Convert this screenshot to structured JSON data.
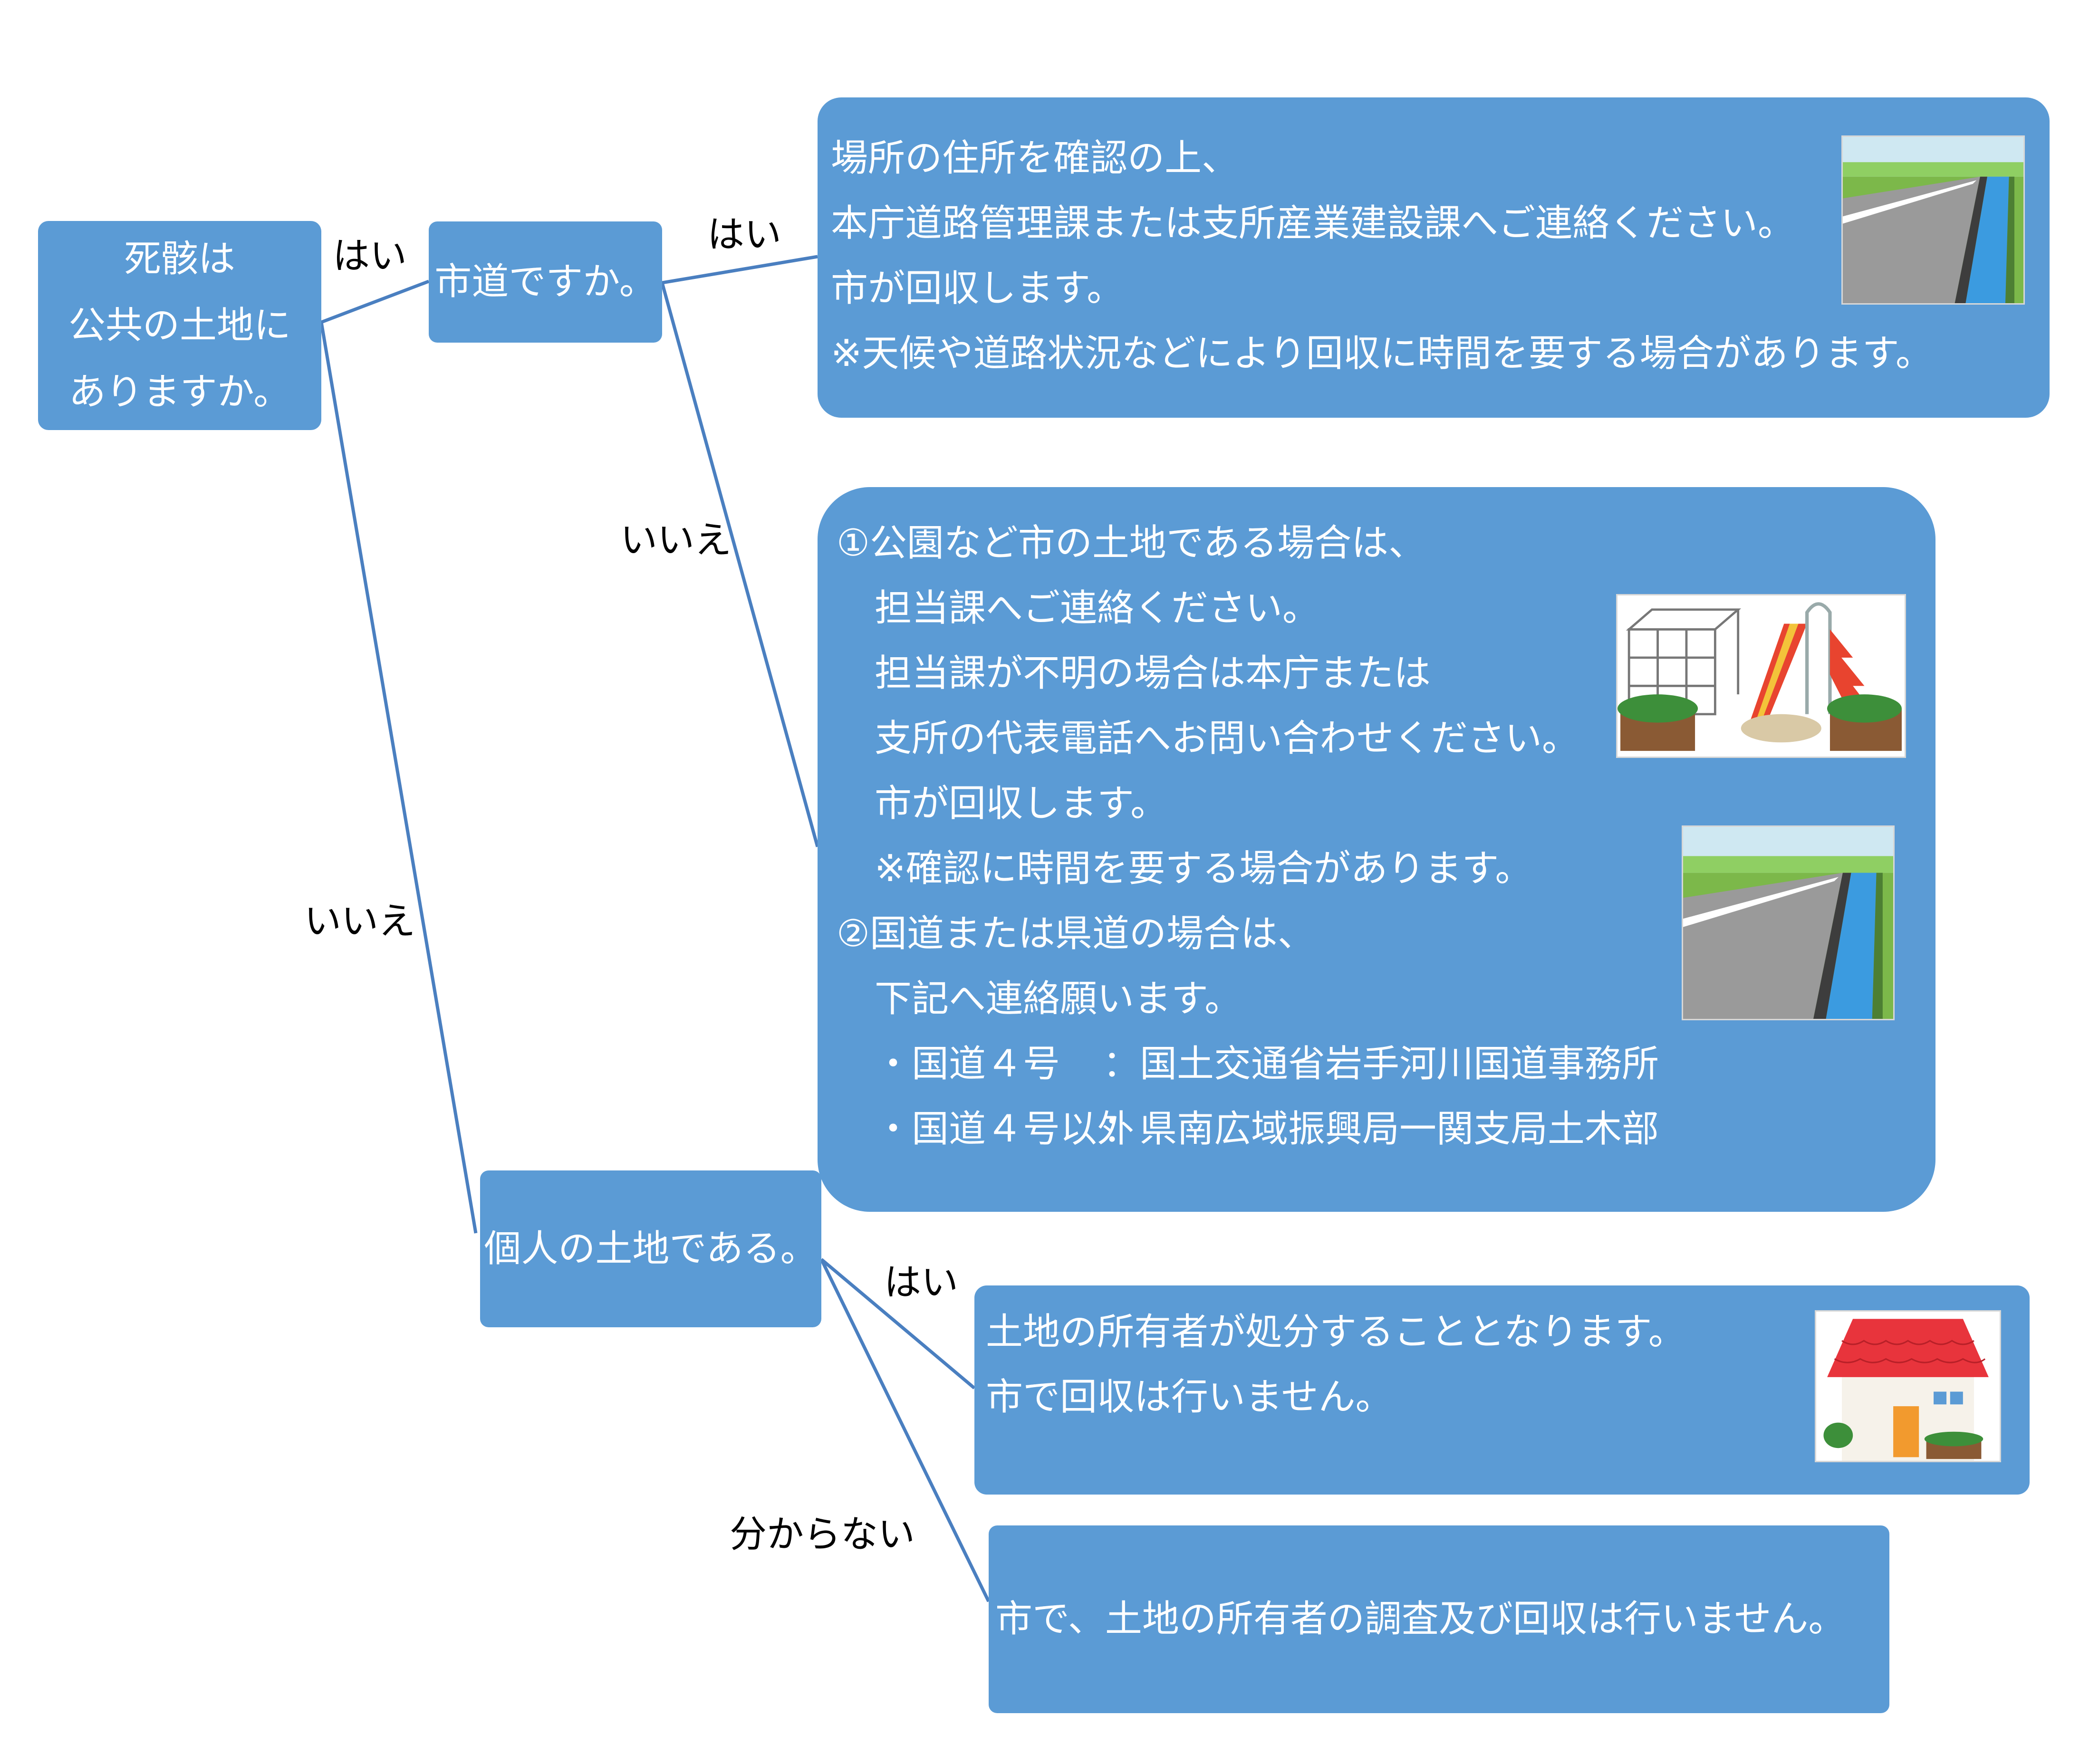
{
  "colors": {
    "box_fill": "#5b9bd5",
    "box_text": "#ffffff",
    "line": "#4a7fc0",
    "label_text": "#000000"
  },
  "root": {
    "lines": [
      "死骸は",
      "公共の土地に",
      "ありますか。"
    ]
  },
  "q_city_road": {
    "text": "市道ですか。"
  },
  "q_private": {
    "text": "個人の土地である。"
  },
  "edge_labels": {
    "root_yes": "はい",
    "root_no": "いいえ",
    "city_yes": "はい",
    "city_no": "いいえ",
    "private_yes": "はい",
    "private_unknown": "分からない"
  },
  "answer_city_road": {
    "lines": [
      "場所の住所を確認の上、",
      "本庁道路管理課または支所産業建設課へご連絡ください。",
      "市が回収します。",
      "※天候や道路状況などにより回収に時間を要する場合があります。"
    ],
    "image": "road-canal-illustration"
  },
  "answer_not_city_road": {
    "lines": [
      "①公園など市の土地である場合は、",
      "担当課へご連絡ください。",
      "担当課が不明の場合は本庁または",
      "支所の代表電話へお問い合わせください。",
      "市が回収します。",
      "※確認に時間を要する場合があります。",
      "②国道または県道の場合は、",
      "下記へ連絡願います。"
    ],
    "contacts": [
      {
        "label": "・国道４号",
        "sep": "：",
        "office": "国土交通省岩手河川国道事務所"
      },
      {
        "label": "・国道４号以外",
        "sep": "：",
        "office": "県南広域振興局一関支局土木部"
      }
    ],
    "images": [
      "playground-illustration",
      "road-canal-illustration"
    ]
  },
  "answer_private_yes": {
    "lines": [
      "土地の所有者が処分することとなります。",
      "市で回収は行いません。"
    ],
    "image": "house-illustration"
  },
  "answer_private_unknown": {
    "text": "市で、土地の所有者の調査及び回収は行いません。"
  }
}
